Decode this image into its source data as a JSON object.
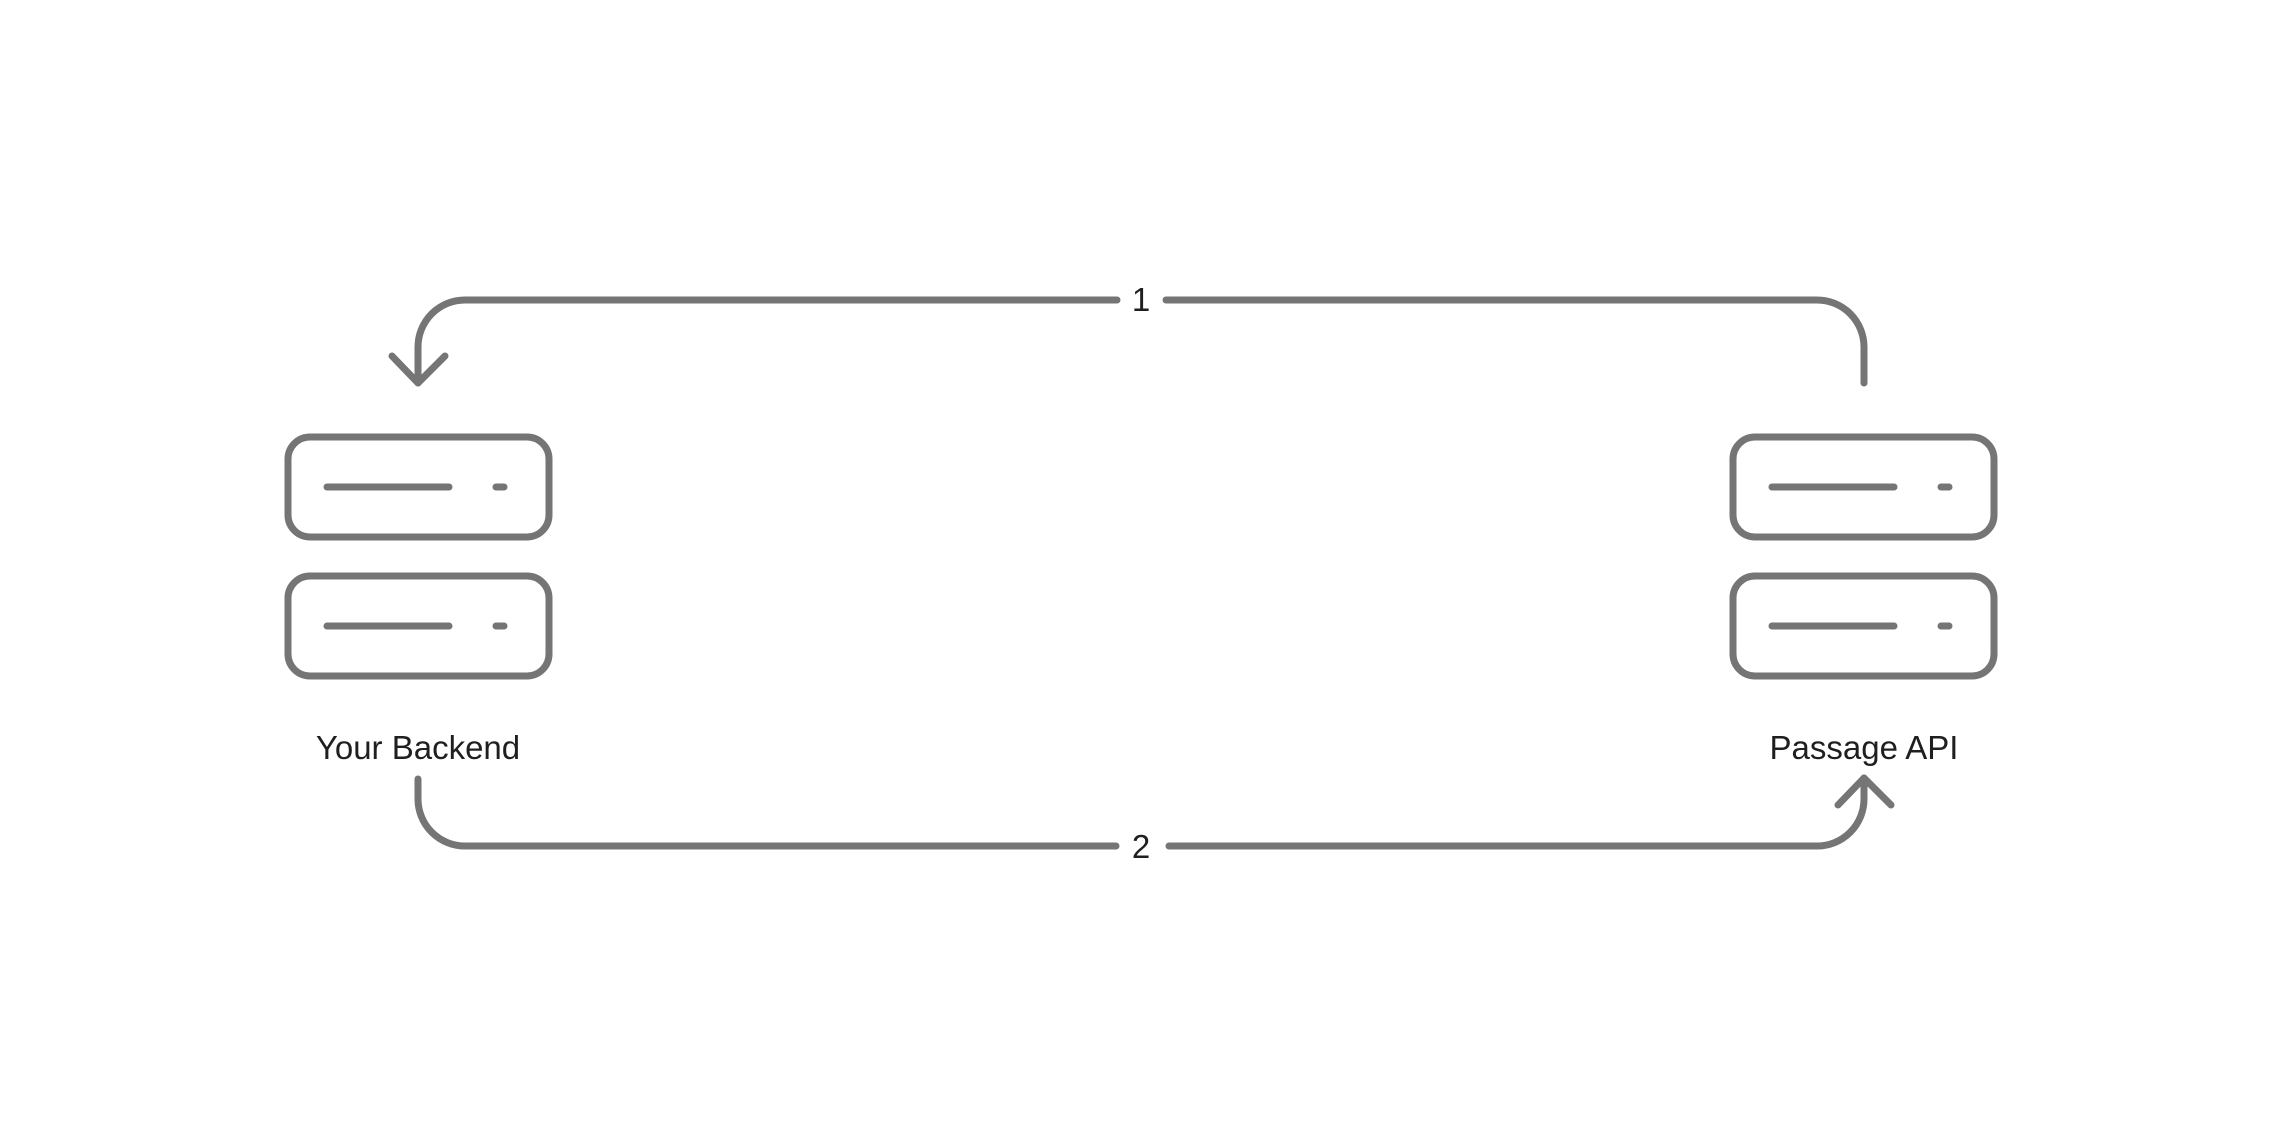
{
  "diagram": {
    "colors": {
      "stroke": "#757575",
      "text": "#1f1f1f",
      "background": "#ffffff"
    },
    "nodes": {
      "backend": {
        "label": "Your Backend",
        "icon": "server-stack-icon"
      },
      "passage": {
        "label": "Passage API",
        "icon": "server-stack-icon"
      }
    },
    "steps": {
      "step1": {
        "label": "1",
        "from": "Passage API",
        "to": "Your Backend"
      },
      "step2": {
        "label": "2",
        "from": "Your Backend",
        "to": "Passage API"
      }
    }
  }
}
